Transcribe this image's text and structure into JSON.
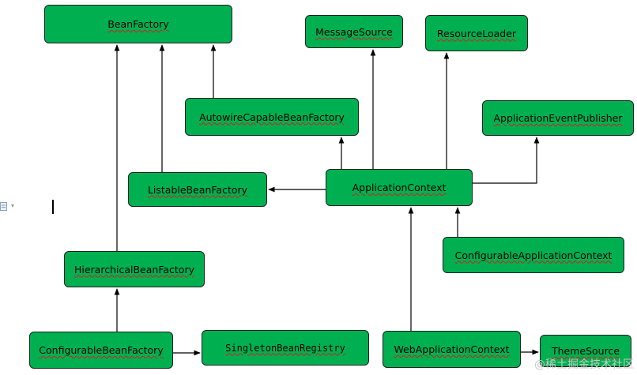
{
  "nodes": {
    "bean_factory": "BeanFactory",
    "message_source": "MessageSource",
    "resource_loader": "ResourceLoader",
    "autowire_capable_bean_factory": "AutowireCapableBeanFactory",
    "application_event_publisher": "ApplicationEventPublisher",
    "listable_bean_factory": "ListableBeanFactory",
    "application_context": "ApplicationContext",
    "hierarchical_bean_factory": "HierarchicalBeanFactory",
    "configurable_application_context": "ConfigurableApplicationContext",
    "configurable_bean_factory": "ConfigurableBeanFactory",
    "singleton_bean_registry": "SingletonBeanRegistry",
    "web_application_context": "WebApplicationContext",
    "theme_source": "ThemeSource"
  },
  "colors": {
    "node_fill": "#00b050",
    "node_border": "#1f1f1f",
    "edge": "#000000"
  },
  "watermark": "@稀土掘金技术社区"
}
